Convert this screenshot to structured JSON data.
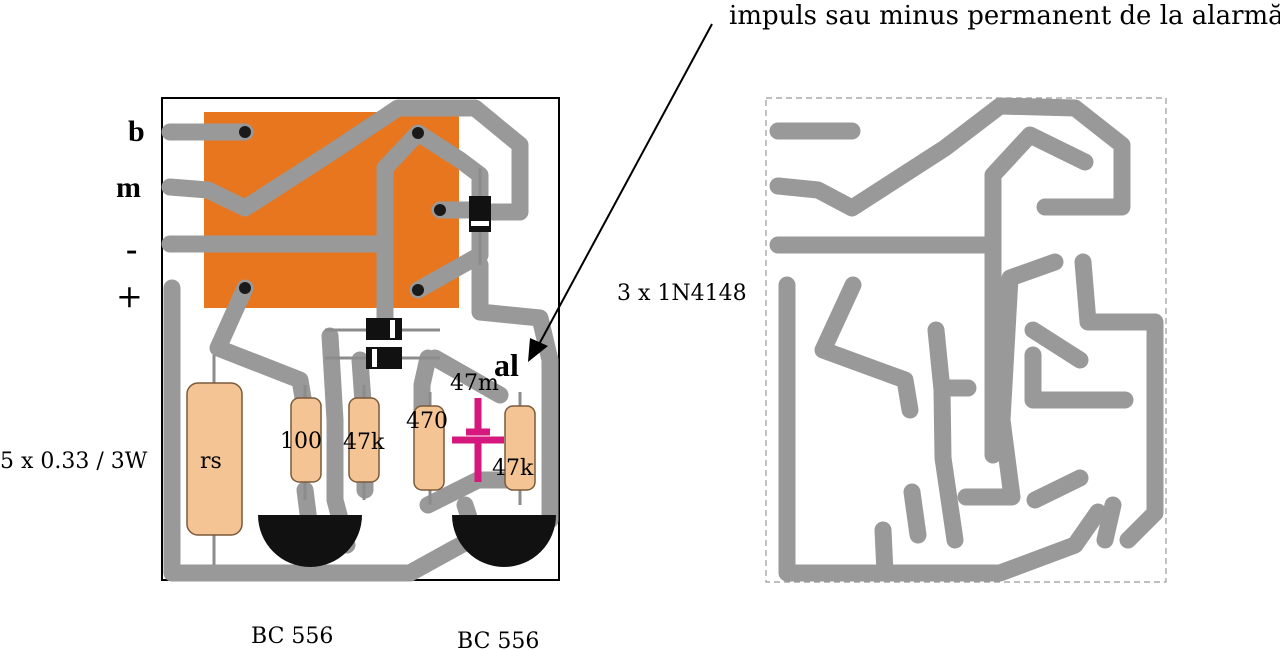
{
  "annotation": "impuls sau minus permanent de la alarmă",
  "pins": [
    "b",
    "m",
    "-",
    "+"
  ],
  "alarm_pin": "al",
  "resistors": {
    "rs": "rs",
    "r100": "100",
    "r47k_a": "47k",
    "r470": "470",
    "r47k_b": "47k"
  },
  "capacitor": "47m",
  "notes": {
    "shunt": "5 x 0.33 / 3W",
    "diodes": "3 x 1N4148"
  },
  "transistors": [
    "BC 556",
    "BC 556"
  ],
  "colors": {
    "relay": "#e8761e",
    "trace": "#999999",
    "resistor": "#f5c495",
    "capacitor": "#d6177d",
    "component": "#000000"
  }
}
